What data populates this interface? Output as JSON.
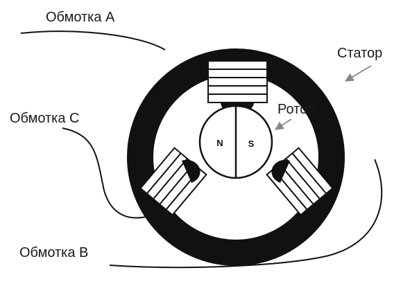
{
  "labels": {
    "winding_a": "Обмотка А",
    "winding_c": "Обмотка С",
    "winding_b": "Обмотка В",
    "stator": "Статор",
    "rotor": "Ротор"
  },
  "rotor": {
    "north": "N",
    "south": "S"
  },
  "colors": {
    "ink": "#111111",
    "arrow": "#888888",
    "background": "#ffffff"
  }
}
